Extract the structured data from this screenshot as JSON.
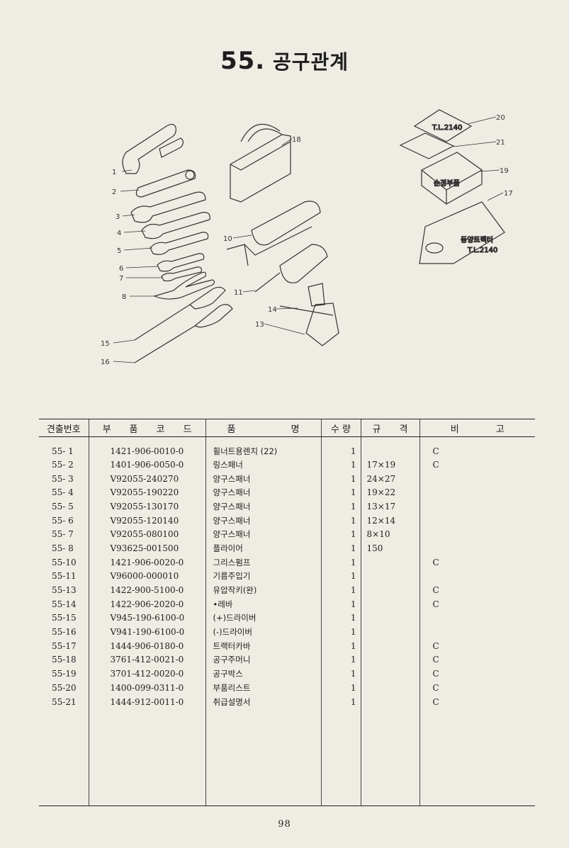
{
  "title": {
    "number": "55.",
    "text": "공구관계"
  },
  "callouts": [
    "1",
    "2",
    "3",
    "4",
    "5",
    "6",
    "7",
    "8",
    "10",
    "11",
    "13",
    "14",
    "15",
    "16",
    "17",
    "18",
    "19",
    "20",
    "21"
  ],
  "box_labels": {
    "b19": "순정부품",
    "b17": "동양트랙터",
    "b17_model": "T.L.2140"
  },
  "table": {
    "headers": {
      "no": "견출번호",
      "code": "부　　품　　코　　드",
      "name": "품　　　　　　명",
      "qty": "수 량",
      "spec": "규　　격",
      "note": "비　　　　고"
    },
    "rows": [
      {
        "no": "55- 1",
        "code": "1421-906-0010-0",
        "name": "휠너트용렌치 (22)",
        "qty": "1",
        "spec": "",
        "note": "C"
      },
      {
        "no": "55- 2",
        "code": "1401-906-0050-0",
        "name": "링스패너",
        "qty": "1",
        "spec": "17×19",
        "note": "C"
      },
      {
        "no": "55- 3",
        "code": "V92055-240270",
        "name": "양구스패너",
        "qty": "1",
        "spec": "24×27",
        "note": ""
      },
      {
        "no": "55- 4",
        "code": "V92055-190220",
        "name": "양구스패너",
        "qty": "1",
        "spec": "19×22",
        "note": ""
      },
      {
        "no": "55- 5",
        "code": "V92055-130170",
        "name": "양구스패너",
        "qty": "1",
        "spec": "13×17",
        "note": ""
      },
      {
        "no": "55- 6",
        "code": "V92055-120140",
        "name": "양구스패너",
        "qty": "1",
        "spec": "12×14",
        "note": ""
      },
      {
        "no": "55- 7",
        "code": "V92055-080100",
        "name": "양구스패너",
        "qty": "1",
        "spec": " 8×10",
        "note": ""
      },
      {
        "no": "55- 8",
        "code": "V93625-001500",
        "name": "플라이어",
        "qty": "1",
        "spec": "150",
        "note": ""
      },
      {
        "no": "55-10",
        "code": "1421-906-0020-0",
        "name": "그리스펌프",
        "qty": "1",
        "spec": "",
        "note": "C"
      },
      {
        "no": "55-11",
        "code": "V96000-000010",
        "name": "기름주입기",
        "qty": "1",
        "spec": "",
        "note": ""
      },
      {
        "no": "55-13",
        "code": "1422-900-5100-0",
        "name": "유압작키(완)",
        "qty": "1",
        "spec": "",
        "note": "C"
      },
      {
        "no": "55-14",
        "code": "1422-906-2020-0",
        "name": "•레바",
        "qty": "1",
        "spec": "",
        "note": "C"
      },
      {
        "no": "55-15",
        "code": "V945-190-6100-0",
        "name": "(+)드라이버",
        "qty": "1",
        "spec": "",
        "note": ""
      },
      {
        "no": "55-16",
        "code": "V941-190-6100-0",
        "name": "(-)드라이버",
        "qty": "1",
        "spec": "",
        "note": ""
      },
      {
        "no": "55-17",
        "code": "1444-906-0180-0",
        "name": "트랙터카바",
        "qty": "1",
        "spec": "",
        "note": "C"
      },
      {
        "no": "55-18",
        "code": "3761-412-0021-0",
        "name": "공구주머니",
        "qty": "1",
        "spec": "",
        "note": "C"
      },
      {
        "no": "55-19",
        "code": "3701-412-0020-0",
        "name": "공구박스",
        "qty": "1",
        "spec": "",
        "note": "C"
      },
      {
        "no": "55-20",
        "code": "1400-099-0311-0",
        "name": "부품리스트",
        "qty": "1",
        "spec": "",
        "note": "C"
      },
      {
        "no": "55-21",
        "code": "1444-912-0011-0",
        "name": "취급설명서",
        "qty": "1",
        "spec": "",
        "note": "C"
      }
    ]
  },
  "page_number": "98"
}
